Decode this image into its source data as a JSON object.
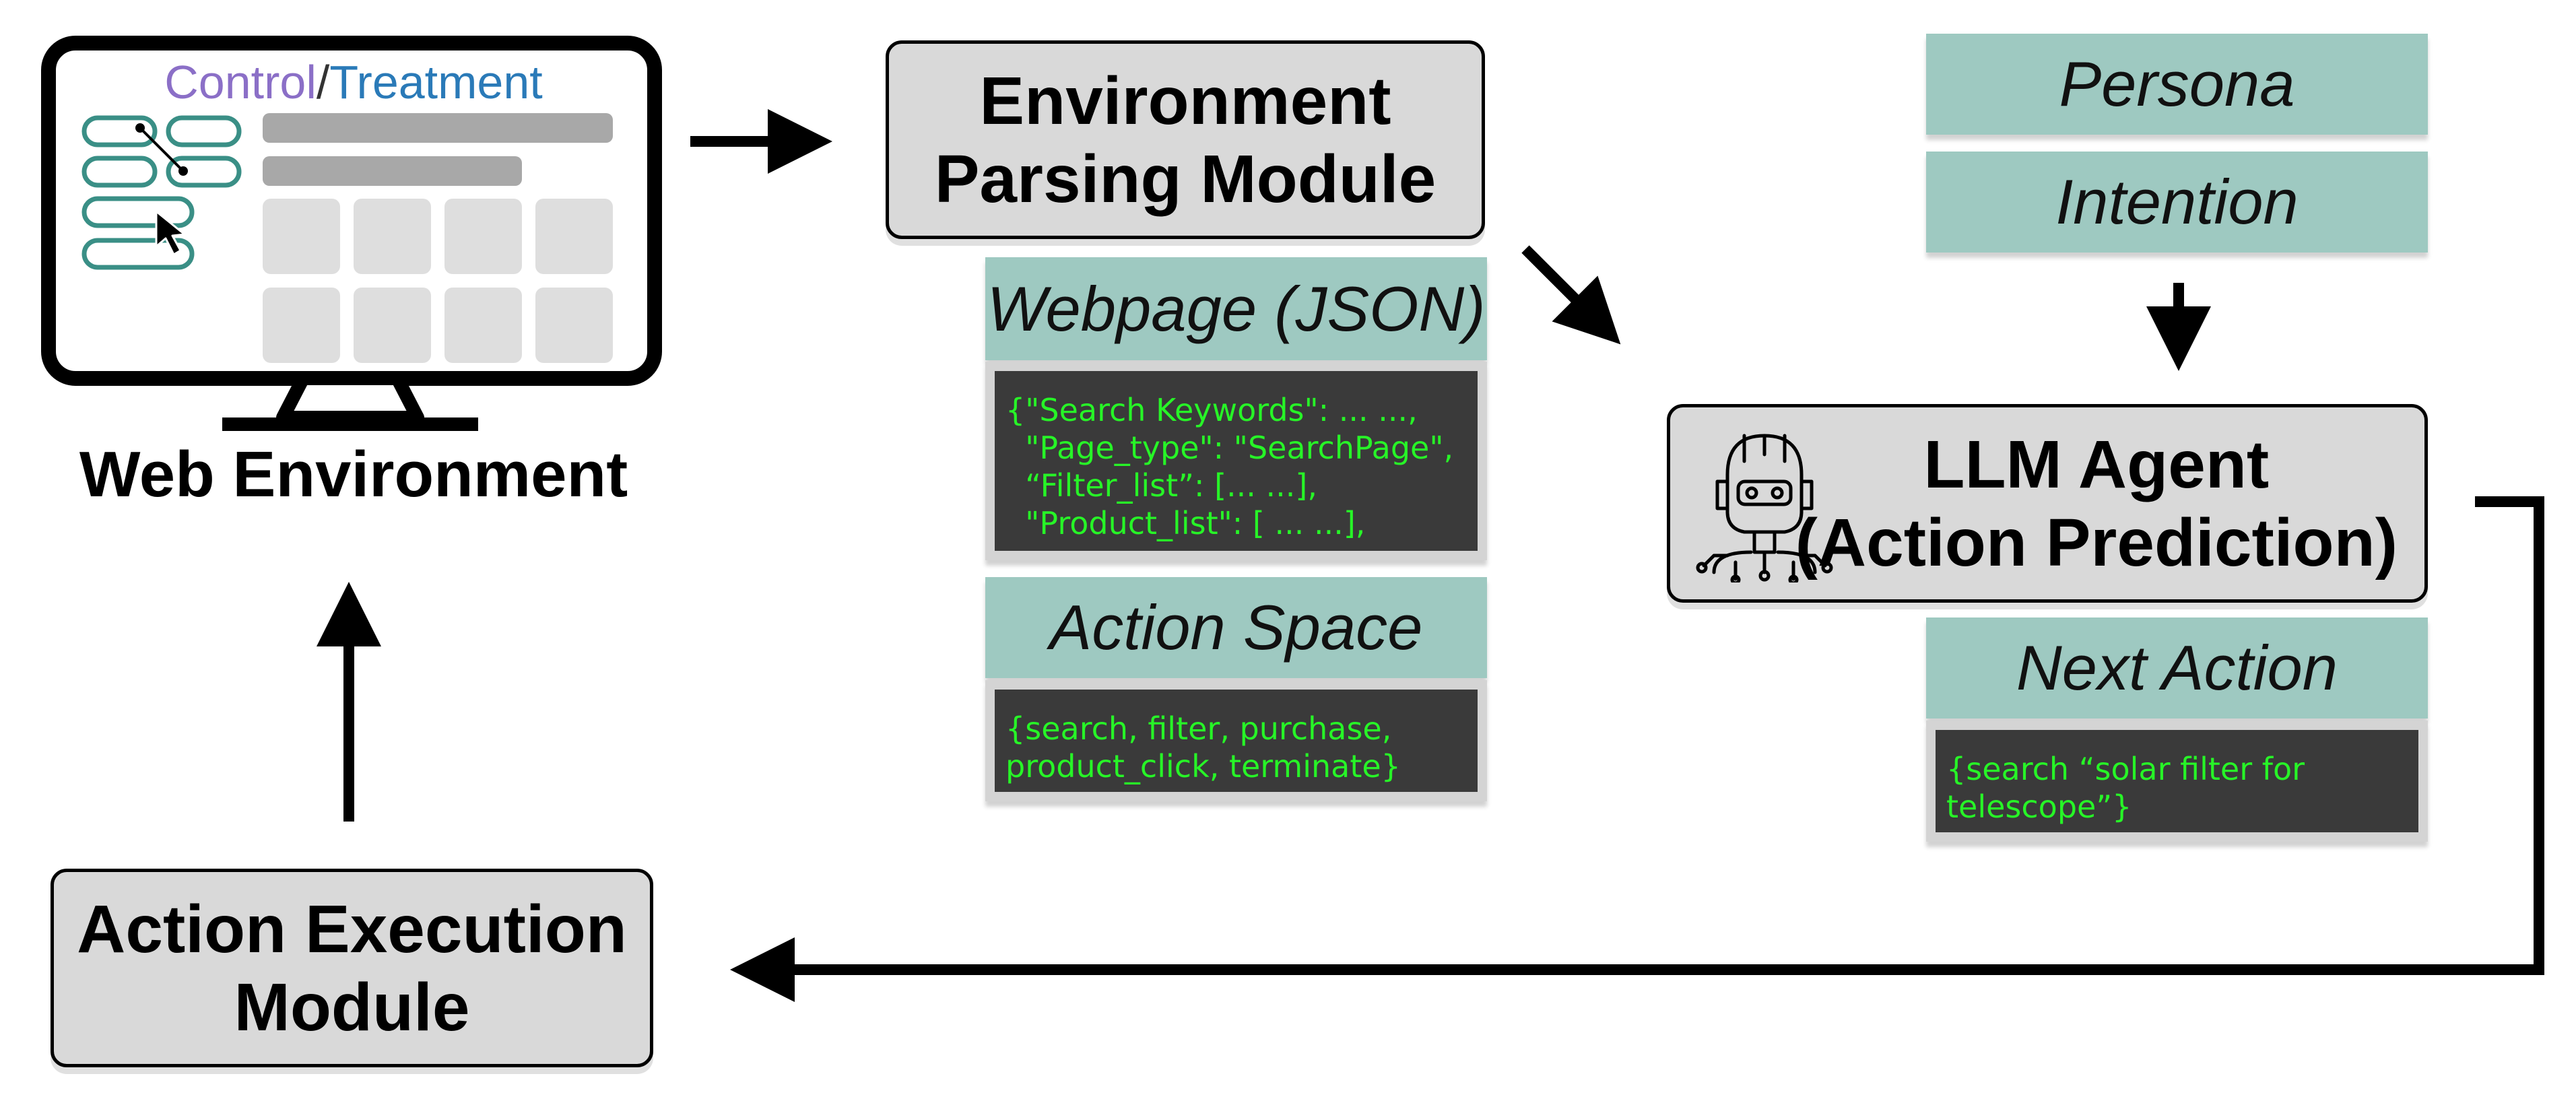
{
  "web_environment": {
    "caption": "Web Environment",
    "control_label": "Control",
    "separator": "/",
    "treatment_label": "Treatment",
    "colors": {
      "control": "#8b6fc7",
      "separator": "#333333",
      "treatment": "#2a7ab8",
      "pill_border": "#3a8f86"
    }
  },
  "modules": {
    "env_parsing": "Environment\nParsing Module",
    "action_execution": "Action Execution\nModule",
    "llm_agent": "LLM Agent\n(Action Prediction)"
  },
  "labels": {
    "webpage_json": "Webpage (JSON)",
    "action_space": "Action Space",
    "persona": "Persona",
    "intention": "Intention",
    "next_action": "Next Action"
  },
  "code": {
    "webpage_json": "{\"Search Keywords\": ... ...,\n  \"Page_type\": \"SearchPage\",\n  “Filter_list”: [... ...],\n  \"Product_list\": [ ... ...],",
    "action_space": "{search, filter, purchase,\nproduct_click, terminate}",
    "next_action": "{search “solar filter for\ntelescope”}"
  },
  "icons": [
    "monitor-icon",
    "cursor-icon",
    "robot-icon"
  ],
  "colors": {
    "module_fill": "#d9d9d9",
    "label_fill": "#9ec9c1",
    "code_bg": "#3a3a3a",
    "code_text": "#27f527"
  }
}
